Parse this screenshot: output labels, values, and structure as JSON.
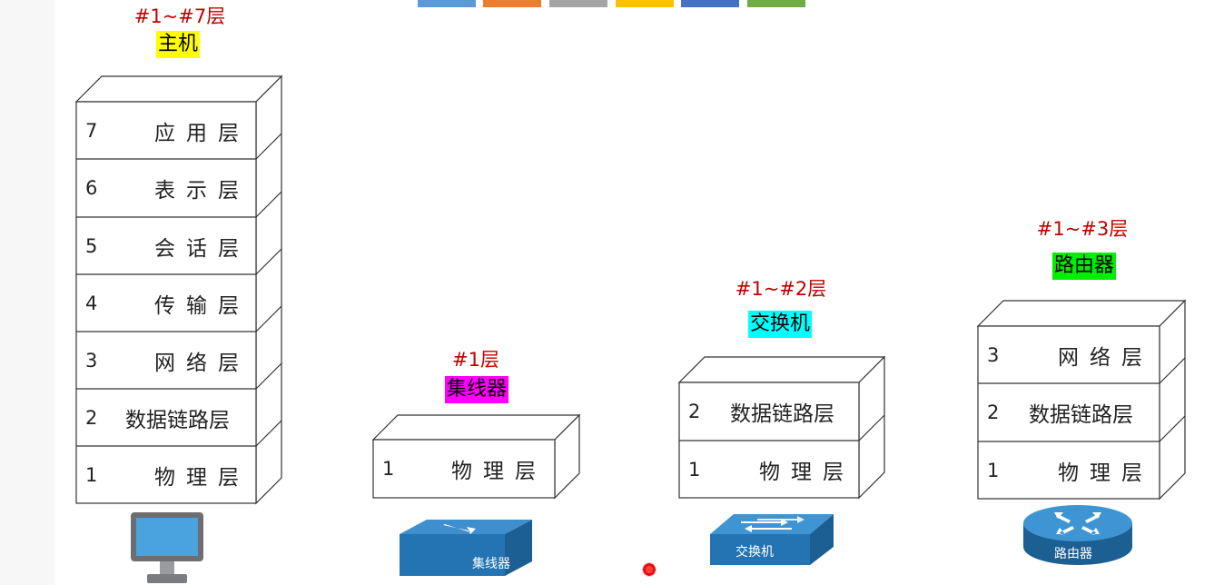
{
  "colors": {
    "caption": "#c00000",
    "host_hl": "#ffff00",
    "hub_hl": "#ff00ff",
    "switch_hl": "#00ffff",
    "router_hl": "#00ee00"
  },
  "color_bars": [
    "#5b9bd5",
    "#ed7d31",
    "#a5a5a5",
    "#ffc000",
    "#4472c4",
    "#70ad47"
  ],
  "host": {
    "caption": "#1~#7层",
    "name": "主机",
    "icon": "monitor-icon",
    "layers": [
      {
        "num": "7",
        "label": "应用层"
      },
      {
        "num": "6",
        "label": "表示层"
      },
      {
        "num": "5",
        "label": "会话层"
      },
      {
        "num": "4",
        "label": "传输层"
      },
      {
        "num": "3",
        "label": "网络层"
      },
      {
        "num": "2",
        "label": "数据链路层"
      },
      {
        "num": "1",
        "label": "物理层"
      }
    ]
  },
  "hub": {
    "caption": "#1层",
    "name": "集线器",
    "icon_label": "集线器",
    "icon": "hub-icon",
    "layers": [
      {
        "num": "1",
        "label": "物理层"
      }
    ]
  },
  "switch": {
    "caption": "#1~#2层",
    "name": "交换机",
    "icon_label": "交换机",
    "icon": "switch-icon",
    "layers": [
      {
        "num": "2",
        "label": "数据链路层"
      },
      {
        "num": "1",
        "label": "物理层"
      }
    ]
  },
  "router": {
    "caption": "#1~#3层",
    "name": "路由器",
    "icon_label": "路由器",
    "icon": "router-icon",
    "layers": [
      {
        "num": "3",
        "label": "网络层"
      },
      {
        "num": "2",
        "label": "数据链路层"
      },
      {
        "num": "1",
        "label": "物理层"
      }
    ]
  }
}
